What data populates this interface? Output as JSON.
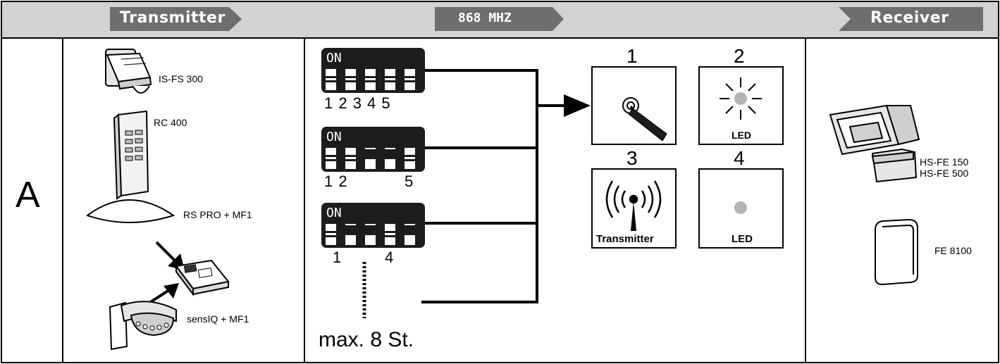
{
  "header": {
    "transmitter": "Transmitter",
    "frequency": "868 MHZ",
    "receiver": "Receiver"
  },
  "row_label": "A",
  "transmitters": [
    {
      "label": "IS-FS 300"
    },
    {
      "label": "RC 400"
    },
    {
      "label": "RS PRO + MF1"
    },
    {
      "label": "sensIQ + MF1"
    }
  ],
  "dip_switches": [
    {
      "on_label": "ON",
      "numbers": "1 2 3 4 5"
    },
    {
      "on_label": "ON",
      "numbers": "1 2",
      "numbers_extra": "5"
    },
    {
      "on_label": "ON",
      "numbers": "1",
      "numbers_extra": "4"
    }
  ],
  "max_count": "max. 8 St.",
  "steps": [
    {
      "number": "1",
      "caption": ""
    },
    {
      "number": "2",
      "caption": "LED"
    },
    {
      "number": "3",
      "caption": "Transmitter"
    },
    {
      "number": "4",
      "caption": "LED"
    }
  ],
  "receivers": [
    {
      "label_line1": "HS-FE 150",
      "label_line2": "HS-FE 500"
    },
    {
      "label_line1": "FE 8100"
    }
  ],
  "colors": {
    "header_bg": "#d2d2d2",
    "header_banner": "#6e6e6e",
    "dip_body": "#1c1c1c",
    "led_gray": "#b4b4b4"
  }
}
